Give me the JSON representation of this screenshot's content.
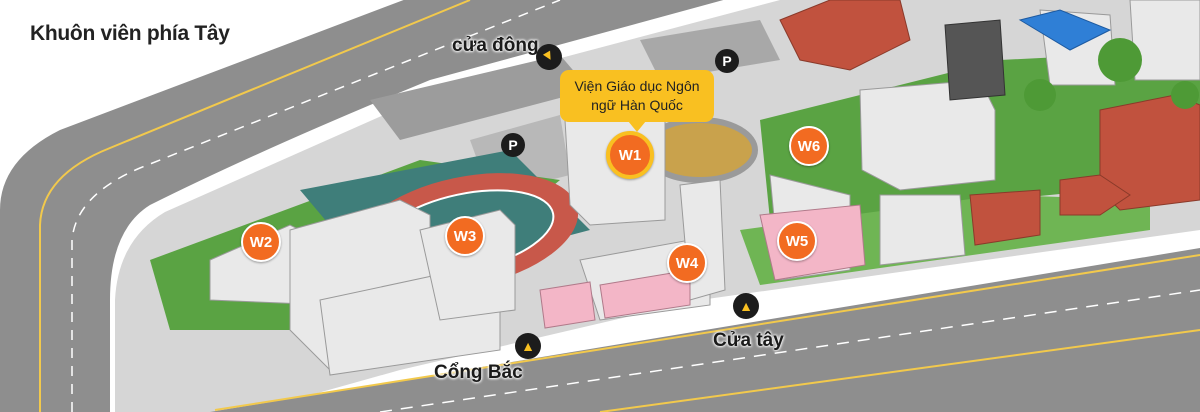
{
  "title": "Khuôn viên phía Tây",
  "callout": {
    "line1": "Viện Giáo dục Ngôn",
    "line2": "ngữ Hàn Quốc"
  },
  "gates": {
    "east": "cửa đông",
    "west": "Cửa tây",
    "north": "Cổng Bắc"
  },
  "buildings": {
    "w1": "W1",
    "w2": "W2",
    "w3": "W3",
    "w4": "W4",
    "w5": "W5",
    "w6": "W6"
  },
  "parking": {
    "p1": "P",
    "p2": "P"
  },
  "icons": {
    "gate": "arrow-up-icon",
    "parking": "parking-icon"
  },
  "colors": {
    "badge": "#f26b21",
    "callout": "#f9c021",
    "road": "#8d8d8d",
    "grass": "#5aa343",
    "track": "#c8584a"
  }
}
